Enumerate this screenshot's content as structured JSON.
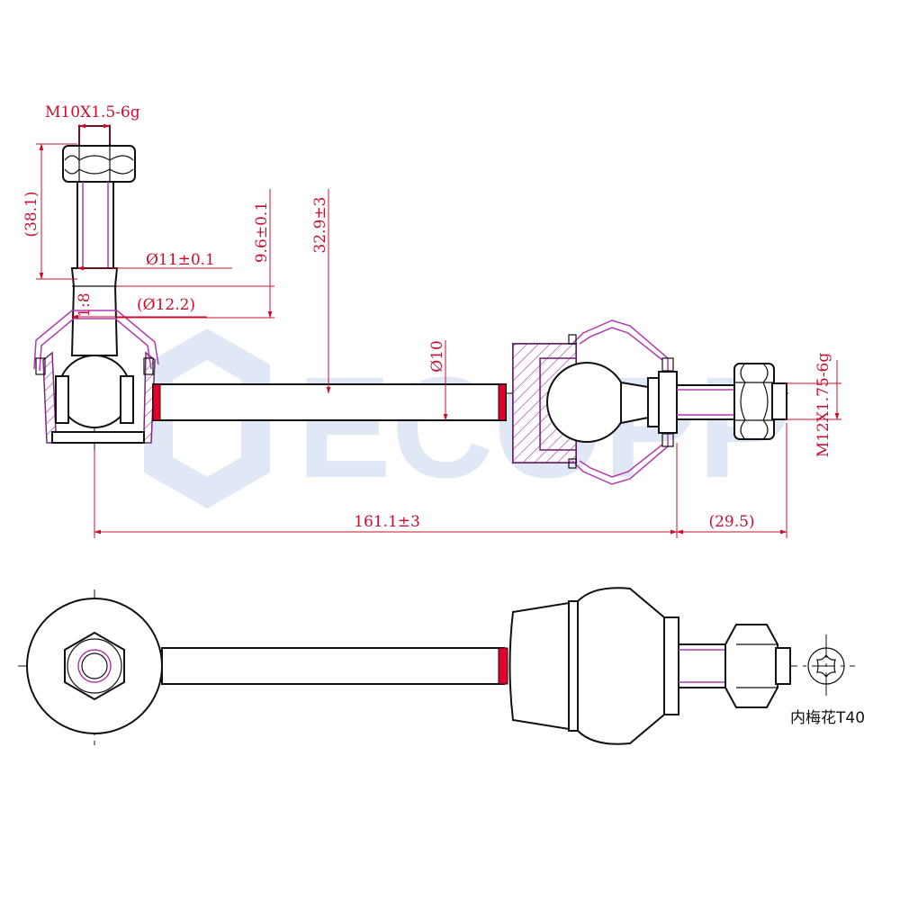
{
  "watermark": {
    "brand": "ECOPP"
  },
  "side_view": {
    "thread_left": "M10X1.5-6g",
    "length_left_stud": "(38.1)",
    "stud_diameter": "Ø11±0.1",
    "shoulder_diameter": "(Ø12.2)",
    "taper_label": "1:8",
    "offset_height": "9.6±0.1",
    "total_height": "32.9±3",
    "rod_diameter": "Ø10",
    "thread_right": "M12X1.75-6g",
    "center_length": "161.1±3",
    "right_stud_length": "(29.5)"
  },
  "bottom_view": {
    "drive_label": "内梅花T40"
  },
  "colors": {
    "dimension": "#c8102e",
    "outline": "#111111",
    "section_hatch": "#b03ab0",
    "paint_band": "#e4002b",
    "watermark": "#dfe8f4"
  }
}
